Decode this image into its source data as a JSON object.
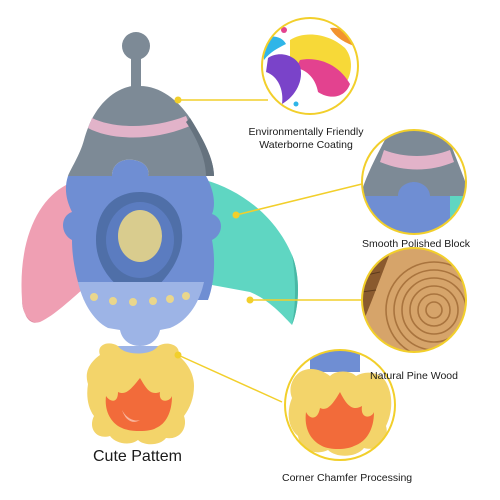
{
  "captions": {
    "coating": [
      "Environmentally Friendly",
      "Waterborne Coating"
    ],
    "block": "Smooth Polished Block",
    "wood": "Natural Pine Wood",
    "chamfer": "Corner Chamfer Processing",
    "product": "Cute Pattem"
  },
  "colors": {
    "nose_gray": "#7d8a96",
    "nose_stripe": "#e2b3c9",
    "body_blue": "#6f8ed3",
    "lower_blue": "#9db4e6",
    "window_ring": "#4f6fa8",
    "window_fill": "#d9cc8e",
    "left_fin": "#ef9fb3",
    "right_fin": "#5fd6c2",
    "flame_yellow": "#f3d46a",
    "flame_orange": "#f26b3a",
    "leader_line": "#f2cf2b"
  }
}
